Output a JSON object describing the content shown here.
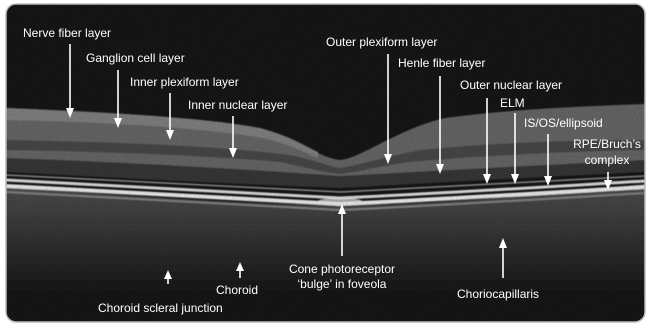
{
  "figure": {
    "background_color": "#181818",
    "text_color": "#ffffff",
    "arrow_color": "#ffffff",
    "labels": {
      "nerve_fiber_layer": "Nerve fiber layer",
      "ganglion_cell_layer": "Ganglion cell layer",
      "inner_plexiform_layer": "Inner plexiform layer",
      "inner_nuclear_layer": "Inner nuclear layer",
      "outer_plexiform_layer": "Outer plexiform layer",
      "henle_fiber_layer": "Henle fiber layer",
      "outer_nuclear_layer": "Outer nuclear layer",
      "elm": "ELM",
      "is_os_ellipsoid": "IS/OS/ellipsoid",
      "rpe_bruchs_line1": "RPE/Bruch’s",
      "rpe_bruchs_line2": "complex",
      "cone_bulge_line1": "Cone photoreceptor",
      "cone_bulge_line2": "‘bulge’ in foveola",
      "choroid": "Choroid",
      "choroid_scleral_junction": "Choroid scleral junction",
      "choriocapillaris": "Choriocapillaris"
    }
  }
}
